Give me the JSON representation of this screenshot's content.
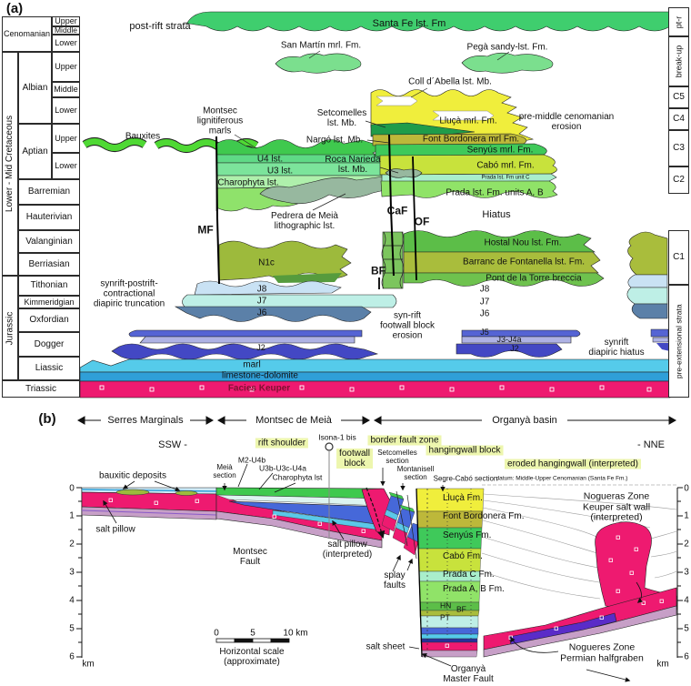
{
  "palette": {
    "santa_fe": "#3FCE6E",
    "blob_green": "#7BDF8E",
    "bauxites": "#4FD934",
    "montsec_top": "#3FC94E",
    "u4": "#5FDA86",
    "u3": "#7CE49B",
    "charophyta": "#AFF0AC",
    "montsec_low": "#8FE26B",
    "pedrera": "#97B89F",
    "yellow": "#F0EE3C",
    "dark_green": "#1F9C4A",
    "font_bordonera": "#BDB83A",
    "senyus": "#3FC95A",
    "cabo": "#C8E23C",
    "prada_c": "#A9EECB",
    "prada_ab": "#90E368",
    "hostal_nou": "#5CBE48",
    "barranc": "#A9BD3C",
    "pont": "#6EC24E",
    "n1c": "#9DBA3C",
    "j8": "#C9E2F4",
    "j7": "#BEEFE6",
    "j6": "#5B80A8",
    "j5": "#5564D4",
    "j3j4a": "#AEB2E4",
    "j2": "#4348C4",
    "marl": "#55CBEA",
    "lst_dol": "#2F9FD8",
    "keuper": "#EE1A70",
    "mauve": "#C79FC7",
    "violet": "#5A2CC8",
    "navy": "#28309A",
    "blue_wedge": "#4668D9",
    "highlight": "#EDF6AE",
    "keuper_text": "#7E1230"
  },
  "a": {
    "panel_label": "(a)",
    "table": {
      "cenomanian": "Cenomanian",
      "cretaceous": "Lower - Mid Cretaceous",
      "jurassic": "Jurassic",
      "triassic": "Triassic",
      "albian": "Albian",
      "aptian": "Aptian",
      "upper": "Upper",
      "middle": "Middle",
      "lower": "Lower",
      "stages": [
        "Barremian",
        "Hauterivian",
        "Valanginian",
        "Berriasian",
        "Tithonian",
        "Kimmeridgian",
        "Oxfordian",
        "Dogger",
        "Liassic"
      ]
    },
    "right_column": {
      "pt_r": "pt-r",
      "break_up": "break-up",
      "c5": "C5",
      "c4": "C4",
      "c3": "C3",
      "c2": "C2",
      "c1": "C1",
      "pre_ext": "pre-extensional strata"
    },
    "labels": {
      "post_rift": "post-rift strata",
      "santa_fe": "Santa Fe lst. Fm",
      "san_martin": "San Martín mrl. Fm.",
      "pega": "Pegà sandy-lst. Fm.",
      "coll": "Coll d´Abella lst. Mb.",
      "pre_mid1": "pre-middle cenomanian",
      "pre_mid2": "erosion",
      "bauxites": "Bauxites",
      "montsec1": "Montsec",
      "montsec2": "lignitiferous",
      "montsec3": "marls",
      "setcomelles1": "Setcomelles",
      "setcomelles2": "lst. Mb.",
      "lluca": "Lluçà mrl. Fm.",
      "nargo": "Nargó lst. Mb.",
      "font_bordonera": "Font Bordonera mrl Fm.",
      "roca1": "Roca Narieda",
      "roca2": "lst. Mb.",
      "senyus": "Senyús mrl. Fm.",
      "u4": "U4 lst.",
      "u3": "U3 lst.",
      "charophyta": "Charophyta lst.",
      "cabo": "Cabó mrl. Fm.",
      "prada_c": "Prada lst. Fm unit C",
      "prada_ab": "Prada lst. Fm. units A, B",
      "pedrera1": "Pedrera de Meià",
      "pedrera2": "lithographic lst.",
      "hiatus": "Hiatus",
      "mf": "MF",
      "caf": "CaF",
      "of": "OF",
      "bf": "BF",
      "hostal": "Hostal Nou lst. Fm.",
      "barranc": "Barranc de Fontanella lst. Fm.",
      "pont": "Pont de la Torre breccia",
      "n1c": "N1c",
      "j8": "J8",
      "j7": "J7",
      "j6": "J6",
      "j5": "J5",
      "j3j4a": "J3-J4a",
      "j2": "J2",
      "fw1": "syn-rift",
      "fw2": "footwall block",
      "fw3": "erosion",
      "dia1": "synrift",
      "dia2": "diapiric hiatus",
      "trunc1": "synrift-postrift-",
      "trunc2": "contractional",
      "trunc3": "diapiric truncation",
      "marl": "marl",
      "lst_dol": "limestone-dolomite",
      "keuper": "Facies  Keuper"
    }
  },
  "b": {
    "panel_label": "(b)",
    "labels": {
      "serres": "Serres Marginals",
      "montsec": "Montsec de Meià",
      "organya": "Organyà basin",
      "ssw": "SSW -",
      "nne": "- NNE",
      "rift_shoulder": "rift shoulder",
      "isona": "Isona-1 bis",
      "border_fault": "border fault zone",
      "footwall1": "footwall",
      "footwall2": "block",
      "hanging": "hangingwall block",
      "eroded": "eroded hangingwall (interpreted)",
      "setco1": "Setcomelles",
      "setco2": "section",
      "m2u4b": "M2-U4b",
      "meia1": "Meià",
      "meia2": "section",
      "u3b": "U3b-U3c-U4a",
      "charo": "Charophyta lst",
      "bauxitic": "bauxitic deposits",
      "mont1": "Montanisell",
      "mont2": "section",
      "segre": "Segre-Cabó section",
      "datum": "datum: Middle-Upper Cenomanian (Santa Fe Fm.)",
      "lluca": "Lluçà Fm.",
      "fb": "Font Bordonera Fm.",
      "senyus": "Senyús Fm.",
      "cabo": "Cabó Fm.",
      "prada_c": "Prada C Fm.",
      "prada_ab": "Prada A, B Fm.",
      "hn": "HN",
      "bf": "BF",
      "pt": "PT",
      "salt_pillow": "salt pillow",
      "sp_int1": "salt pillow",
      "sp_int2": "(interpreted)",
      "mfault1": "Montsec",
      "mfault2": "Fault",
      "splay1": "splay",
      "splay2": "faults",
      "salt_sheet": "salt sheet",
      "nog1": "Nogueras Zone",
      "nog2": "Keuper salt wall",
      "nog3": "(interpreted)",
      "noge1": "Nogueres Zone",
      "noge2": "Permian halfgraben",
      "omf1": "Organyà",
      "omf2": "Master Fault",
      "s0": "0",
      "s5": "5",
      "s10": "10 km",
      "hs1": "Horizontal scale",
      "hs2": "(approximate)",
      "km": "km"
    },
    "axis": [
      "0",
      "1",
      "2",
      "3",
      "4",
      "5",
      "6"
    ]
  }
}
